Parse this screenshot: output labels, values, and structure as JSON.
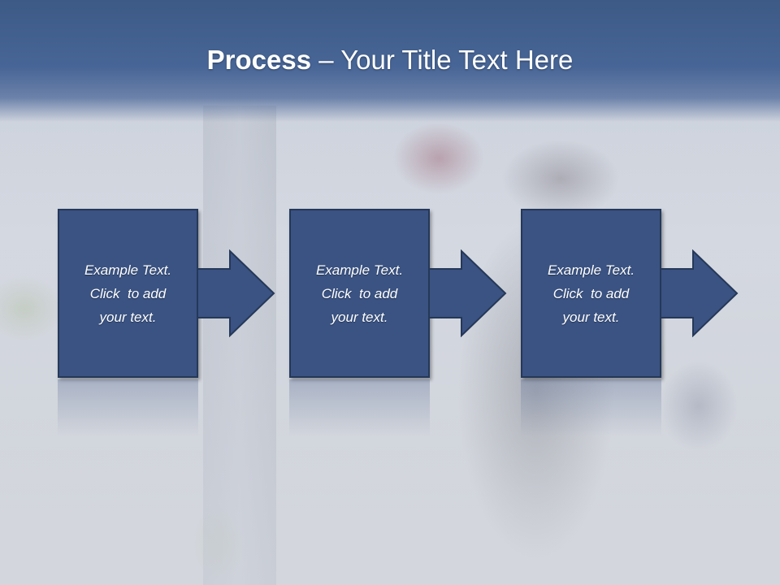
{
  "slide": {
    "title_bold": "Process",
    "title_rest": " – Your Title Text Here"
  },
  "steps": [
    {
      "line1": "Example Text.",
      "line2": "Click  to add",
      "line3": "your text."
    },
    {
      "line1": "Example Text.",
      "line2": "Click  to add",
      "line3": "your text."
    },
    {
      "line1": "Example Text.",
      "line2": "Click  to add",
      "line3": "your text."
    }
  ],
  "colors": {
    "title_band": "#3d5a86",
    "box_fill": "#3a5383",
    "box_border": "#253858",
    "text": "#ffffff"
  }
}
